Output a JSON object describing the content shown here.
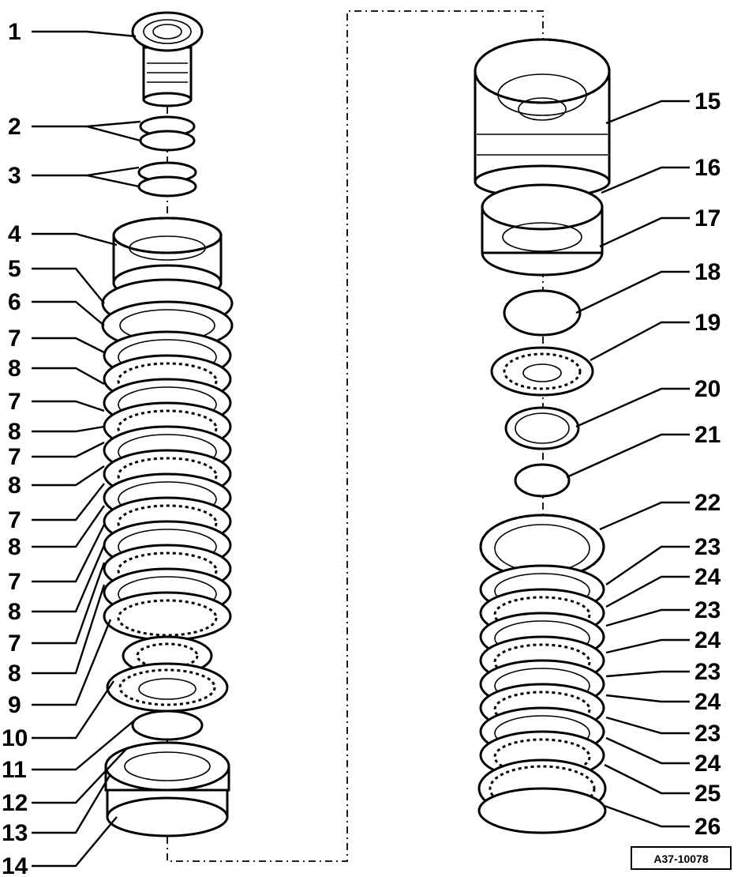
{
  "drawing_ref": "A37-10078",
  "callouts": {
    "left": [
      "1",
      "2",
      "3",
      "4",
      "5",
      "6",
      "7",
      "8",
      "7",
      "8",
      "7",
      "8",
      "7",
      "8",
      "7",
      "8",
      "7",
      "8",
      "9",
      "10",
      "11",
      "12",
      "13",
      "14"
    ],
    "right": [
      "15",
      "16",
      "17",
      "18",
      "19",
      "20",
      "21",
      "22",
      "23",
      "24",
      "23",
      "24",
      "23",
      "24",
      "23",
      "24",
      "25",
      "26"
    ]
  }
}
